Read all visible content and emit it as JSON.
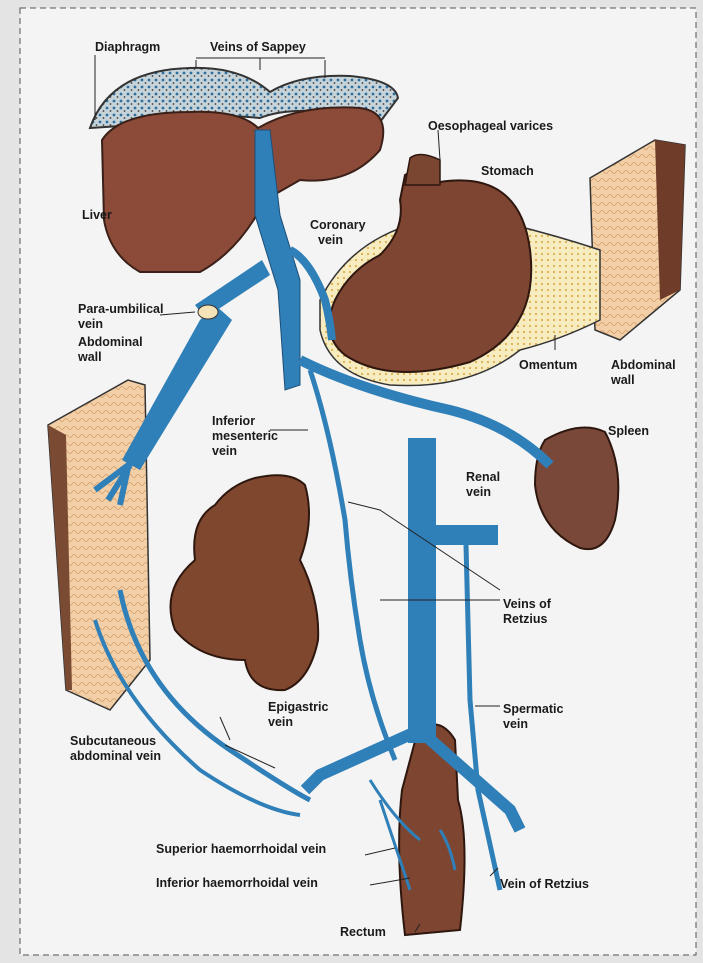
{
  "labels": {
    "diaphragm": "Diaphragm",
    "veins_of_sappey": "Veins of Sappey",
    "oesophageal_varices": "Oesophageal varices",
    "stomach": "Stomach",
    "liver": "Liver",
    "coronary_vein_1": "Coronary",
    "coronary_vein_2": "vein",
    "para_umbilical_1": "Para-umbilical",
    "para_umbilical_2": "vein",
    "abdominal_wall_left_1": "Abdominal",
    "abdominal_wall_left_2": "wall",
    "omentum": "Omentum",
    "abdominal_wall_right_1": "Abdominal",
    "abdominal_wall_right_2": "wall",
    "inferior_mesenteric_1": "Inferior",
    "inferior_mesenteric_2": "mesenteric",
    "inferior_mesenteric_3": "vein",
    "spleen": "Spleen",
    "renal_vein_1": "Renal",
    "renal_vein_2": "vein",
    "veins_of_retzius_1": "Veins of",
    "veins_of_retzius_2": "Retzius",
    "epigastric_1": "Epigastric",
    "epigastric_2": "vein",
    "spermatic_1": "Spermatic",
    "spermatic_2": "vein",
    "subcutaneous_1": "Subcutaneous",
    "subcutaneous_2": "abdominal vein",
    "superior_haemorrhoidal": "Superior haemorrhoidal vein",
    "inferior_haemorrhoidal": "Inferior haemorrhoidal vein",
    "vein_of_retzius": "Vein of Retzius",
    "rectum": "Rectum"
  },
  "colors": {
    "vein": "#2f7fb8",
    "organ": "#8a4a3a",
    "wall": "#f0c8a0",
    "diaphragm": "#b8cad4",
    "background": "#f4f4f4"
  }
}
